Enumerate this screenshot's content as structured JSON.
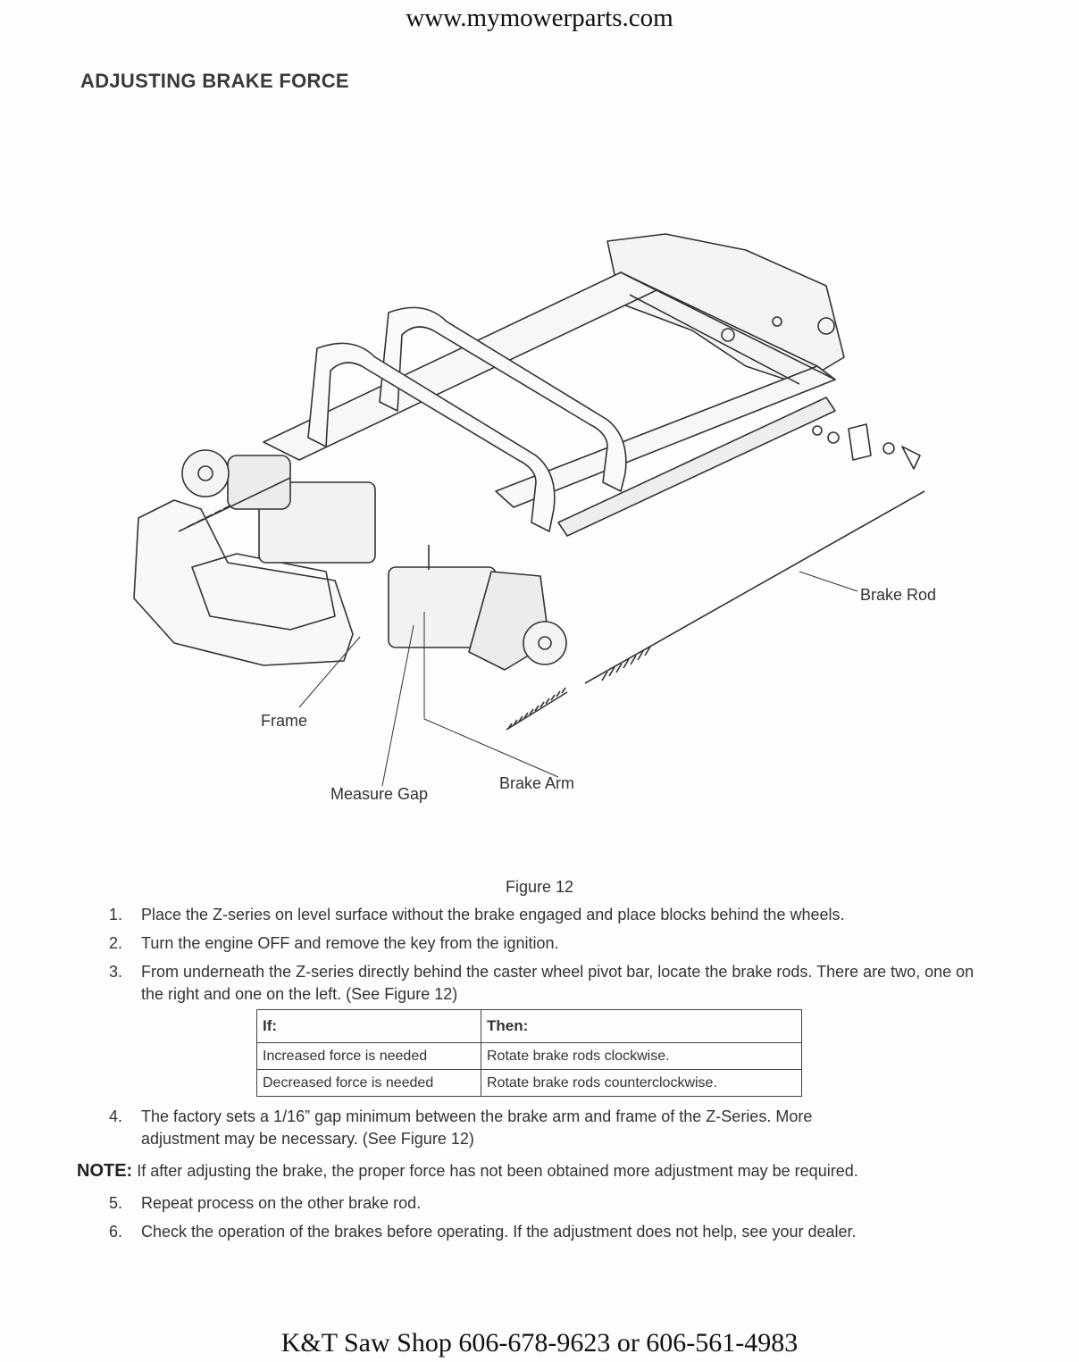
{
  "header": {
    "site": "www.mymowerparts.com"
  },
  "section": {
    "title": "ADJUSTING BRAKE FORCE"
  },
  "figure": {
    "callouts": {
      "brake_rod": "Brake Rod",
      "frame": "Frame",
      "brake_arm": "Brake Arm",
      "measure_gap": "Measure Gap"
    },
    "caption": "Figure 12"
  },
  "steps": [
    {
      "num": "1.",
      "text": "Place the Z-series on level surface without the brake engaged and place blocks behind the wheels."
    },
    {
      "num": "2.",
      "text": "Turn the engine OFF and remove the key from the ignition."
    },
    {
      "num": "3.",
      "text": "From underneath the Z-series directly behind the caster wheel pivot bar, locate the brake rods. There are two, one on the right and one on the left. (See Figure 12)"
    },
    {
      "num": "4.",
      "text": "The factory sets a 1/16” gap minimum between the brake arm and frame of the Z-Series. More adjustment may be necessary. (See Figure 12)"
    },
    {
      "num": "5.",
      "text": "Repeat process on the other brake rod."
    },
    {
      "num": "6.",
      "text": "Check the operation of the brakes before operating. If the adjustment does not help, see your dealer."
    }
  ],
  "table": {
    "headers": [
      "If:",
      "Then:"
    ],
    "rows": [
      [
        "Increased force is needed",
        "Rotate brake rods clockwise."
      ],
      [
        "Decreased force is needed",
        "Rotate brake rods counterclockwise."
      ]
    ]
  },
  "note": {
    "label": "NOTE:",
    "text": "If after adjusting the brake, the proper force has not been obtained more adjustment may be required."
  },
  "footer": {
    "text": "K&T Saw Shop 606-678-9623 or 606-561-4983"
  }
}
